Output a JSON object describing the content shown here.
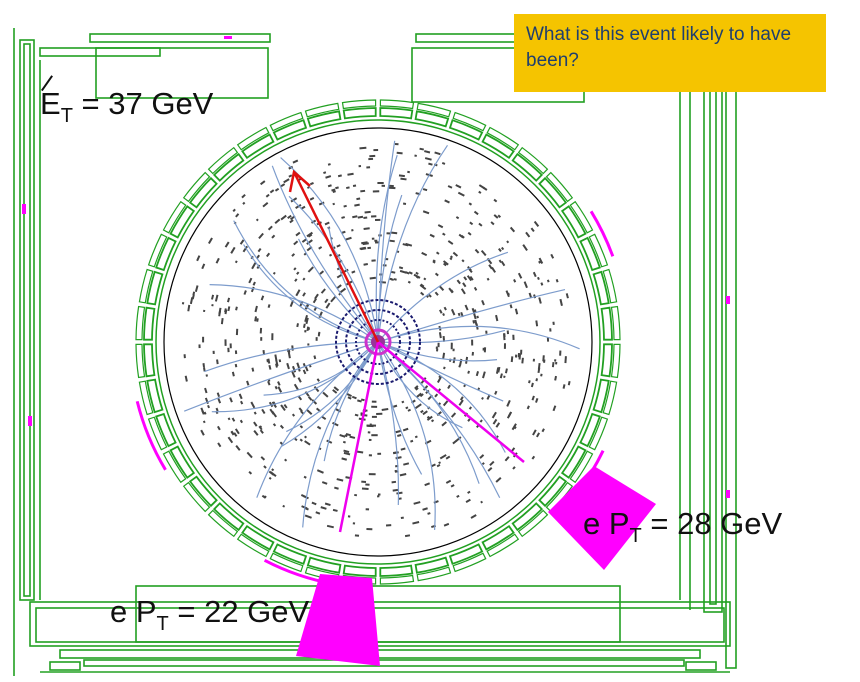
{
  "question": "What is this event likely to have been?",
  "labels": {
    "met_symbol": "E",
    "met_sub": "T",
    "met_value": " =  37 GeV",
    "electron_right_prefix": "e P",
    "electron_right_sub": "T",
    "electron_right_value": " =  28 GeV",
    "electron_bottom_prefix": "e P",
    "electron_bottom_sub": "T",
    "electron_bottom_value": " =  22 GeV"
  },
  "colors": {
    "detector": "#22a022",
    "electron_deposit": "#ff00ff",
    "met_arrow": "#e01010",
    "tracks": "#7d9ccc",
    "hits": "#444444",
    "note_bg": "#f5c400",
    "note_text": "#1f3f6e"
  }
}
